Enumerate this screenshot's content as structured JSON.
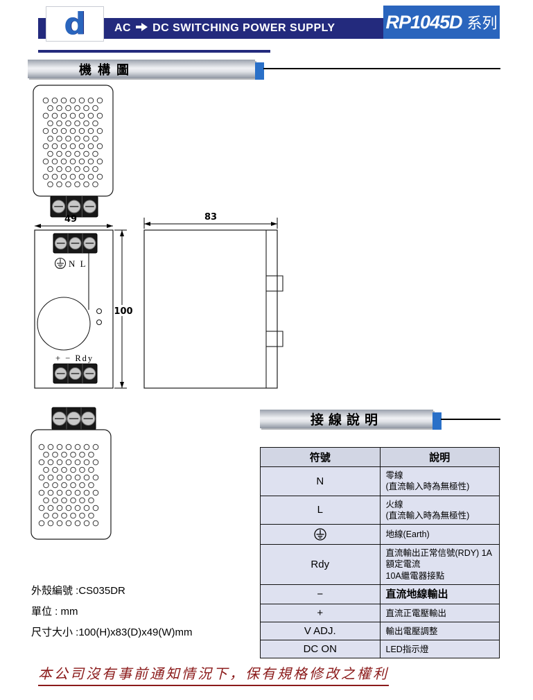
{
  "header": {
    "logo_letter": "d",
    "title_ac": "AC",
    "title_rest": "DC SWITCHING POWER SUPPLY",
    "model": "RP1045D",
    "series": "系列",
    "colors": {
      "navy": "#232a7d",
      "blue": "#2a65bd"
    }
  },
  "sections": {
    "mechanism": "機構圖",
    "wiring": "接線說明"
  },
  "drawings": {
    "dim_width": "49",
    "dim_depth": "83",
    "dim_height": "100",
    "input_labels": "N L",
    "output_labels": "+  −  Rdy"
  },
  "notes": {
    "case_no": "外殼編號 :CS035DR",
    "unit": "單位 : mm",
    "size": "尺寸大小 :100(H)x83(D)x49(W)mm"
  },
  "wiring_table": {
    "headers": [
      "符號",
      "說明"
    ],
    "rows": [
      {
        "symbol": "N",
        "desc": "零線\n(直流輸入時為無極性)"
      },
      {
        "symbol": "L",
        "desc": "火線\n(直流輸入時為無極性)"
      },
      {
        "symbol": "earth-icon",
        "desc": "地線(Earth)"
      },
      {
        "symbol": "Rdy",
        "desc": "直流輸出正常信號(RDY)  1A額定電流\n10A繼電器接點"
      },
      {
        "symbol": "−",
        "desc": "直流地線輸出",
        "bold": true
      },
      {
        "symbol": "+",
        "desc": "直流正電壓輸出"
      },
      {
        "symbol": "V ADJ.",
        "desc": "輸出電壓調整"
      },
      {
        "symbol": "DC ON",
        "desc": "LED指示燈"
      }
    ],
    "fill_color": "#dee1f0"
  },
  "footer": {
    "disclaimer": "本公司沒有事前通知情況下，保有規格修改之權利",
    "color": "#8b1a1a"
  }
}
